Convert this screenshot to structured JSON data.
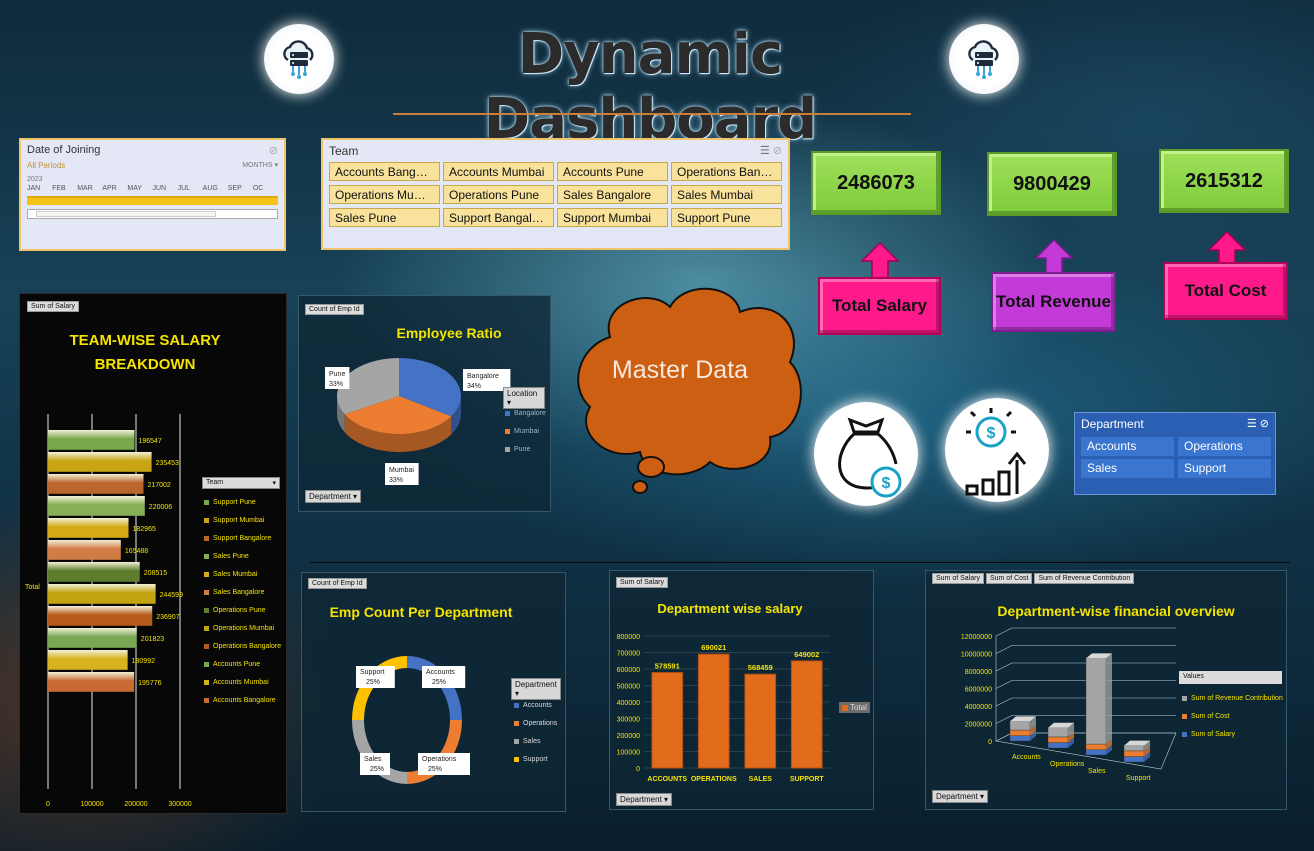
{
  "title": "Dynamic Dashboard",
  "timeline": {
    "header": "Date of Joining",
    "periods_label": "All Periods",
    "level_label": "MONTHS",
    "year": "2023",
    "months": [
      "JAN",
      "FEB",
      "MAR",
      "APR",
      "MAY",
      "JUN",
      "JUL",
      "AUG",
      "SEP",
      "OC"
    ]
  },
  "team_slicer": {
    "header": "Team",
    "items": [
      "Accounts Bangalore",
      "Accounts Mumbai",
      "Accounts Pune",
      "Operations Banga...",
      "Operations Mumbai",
      "Operations Pune",
      "Sales Bangalore",
      "Sales Mumbai",
      "Sales Pune",
      "Support Bangalore",
      "Support Mumbai",
      "Support Pune"
    ]
  },
  "kpis": {
    "salary": {
      "value": "2486073",
      "label": "Total Salary"
    },
    "revenue": {
      "value": "9800429",
      "label": "Total Revenue"
    },
    "cost": {
      "value": "2615312",
      "label": "Total Cost"
    }
  },
  "master_data_label": "Master Data",
  "dept_slicer": {
    "header": "Department",
    "items": [
      "Accounts",
      "Operations",
      "Sales",
      "Support"
    ]
  },
  "colors": {
    "green_kpi": "#8dd64a",
    "pink": "#ff1a8c",
    "purple": "#c43ad8",
    "accent_orange": "#e36c1c",
    "title_yellow": "#f5e400"
  },
  "team_salary": {
    "tag": "Sum of Salary",
    "title_line1": "TEAM-WISE SALARY",
    "title_line2": "BREAKDOWN",
    "axis_label": "Total",
    "legend_header": "Team",
    "x_ticks": [
      "0",
      "100000",
      "200000",
      "300000"
    ]
  },
  "emp_ratio": {
    "tag": "Count of Emp Id",
    "title": "Employee Ratio",
    "legend_header": "Location",
    "filter": "Department",
    "labels": {
      "bangalore": "Bangalore\n34%",
      "pune": "Pune\n33%",
      "mumbai": "Mumbai\n33%"
    }
  },
  "emp_count": {
    "tag": "Count of Emp Id",
    "title": "Emp Count Per Department",
    "legend_header": "Department"
  },
  "dept_salary": {
    "tag": "Sum of Salary",
    "title": "Department wise salary",
    "legend": "Total",
    "filter": "Department",
    "y_ticks": [
      "0",
      "100000",
      "200000",
      "300000",
      "400000",
      "500000",
      "600000",
      "700000",
      "800000"
    ]
  },
  "financial": {
    "tags": [
      "Sum of Salary",
      "Sum of Cost",
      "Sum of Revenue Contribution"
    ],
    "title": "Department-wise financial overview",
    "legend_header": "Values",
    "filter": "Department",
    "y_ticks": [
      "0",
      "2000000",
      "4000000",
      "6000000",
      "8000000",
      "10000000",
      "12000000"
    ]
  },
  "chart_data": [
    {
      "type": "bar",
      "title": "TEAM-WISE SALARY BREAKDOWN",
      "categories": [
        "Support Pune",
        "Support Mumbai",
        "Support Bangalore",
        "Sales Pune",
        "Sales Mumbai",
        "Sales Bangalore",
        "Operations Pune",
        "Operations Mumbai",
        "Operations Bangalore",
        "Accounts Pune",
        "Accounts Mumbai",
        "Accounts Bangalore"
      ],
      "values": [
        196547,
        235453,
        217002,
        220006,
        182965,
        165488,
        208515,
        244599,
        236907,
        201823,
        180992,
        195776
      ],
      "ylabel": "Total",
      "xlim": [
        0,
        300000
      ],
      "bar_colors": [
        "#79a84c",
        "#c9a514",
        "#b9652c",
        "#85ae55",
        "#d5ab18",
        "#d17b45",
        "#5d7c2c",
        "#c4a311",
        "#b65a1a",
        "#78a753",
        "#d5b21e",
        "#c96a32"
      ]
    },
    {
      "type": "pie",
      "title": "Employee Ratio",
      "categories": [
        "Bangalore",
        "Mumbai",
        "Pune"
      ],
      "values": [
        34,
        33,
        33
      ],
      "colors": [
        "#4472c4",
        "#ed7d31",
        "#a5a5a5"
      ]
    },
    {
      "type": "pie",
      "title": "Emp Count Per Department",
      "categories": [
        "Accounts",
        "Operations",
        "Sales",
        "Support"
      ],
      "values": [
        25,
        25,
        25,
        25
      ],
      "colors": [
        "#4472c4",
        "#ed7d31",
        "#a5a5a5",
        "#ffc000"
      ]
    },
    {
      "type": "bar",
      "title": "Department wise salary",
      "categories": [
        "ACCOUNTS",
        "OPERATIONS",
        "SALES",
        "SUPPORT"
      ],
      "values": [
        578591,
        690021,
        568459,
        649002
      ],
      "ylim": [
        0,
        800000
      ],
      "series_name": "Total"
    },
    {
      "type": "bar",
      "title": "Department-wise financial overview",
      "categories": [
        "Accounts",
        "Operations",
        "Sales",
        "Support"
      ],
      "series": [
        {
          "name": "Sum of Revenue Contribution",
          "values": [
            1000000,
            1050000,
            9800000,
            600000
          ]
        },
        {
          "name": "Sum of Cost",
          "values": [
            650000,
            650000,
            650000,
            650000
          ]
        },
        {
          "name": "Sum of Salary",
          "values": [
            600000,
            620000,
            600000,
            620000
          ]
        }
      ],
      "ylim": [
        0,
        12000000
      ]
    }
  ]
}
